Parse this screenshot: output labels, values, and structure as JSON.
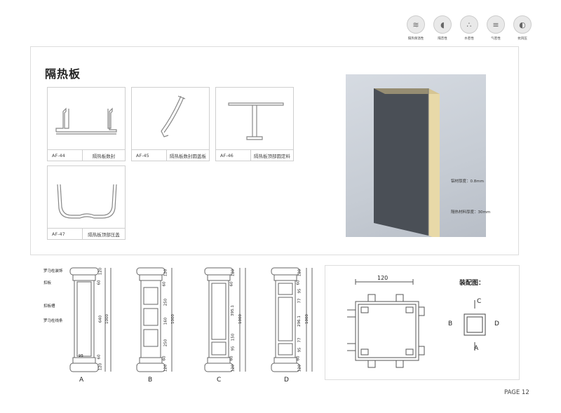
{
  "properties": [
    {
      "icon": "insulation-icon",
      "label": "隔热保温性"
    },
    {
      "icon": "soundproof-icon",
      "label": "隔音性"
    },
    {
      "icon": "waterproof-icon",
      "label": "水密性"
    },
    {
      "icon": "airtight-icon",
      "label": "气密性"
    },
    {
      "icon": "wind-pressure-icon",
      "label": "抗风压"
    }
  ],
  "title": "隔热板",
  "profiles": [
    {
      "code": "AF-44",
      "name": "隔热板数封"
    },
    {
      "code": "AF-45",
      "name": "隔热板数封圆盖板"
    },
    {
      "code": "AF-46",
      "name": "隔热板顶部圆定料"
    },
    {
      "code": "AF-47",
      "name": "隔热板顶部压盖"
    }
  ],
  "photo_annotations": {
    "aluminum": "铝材厚度：0.8mm",
    "insulation": "隔热材料厚度：30mm"
  },
  "column_annotations": [
    "罗马柱装饰",
    "扣板",
    "扣板槽",
    "罗马柱线条"
  ],
  "columns": [
    {
      "label": "A",
      "dims": [
        "120",
        "60",
        "640",
        "95",
        "60",
        "120",
        "1000"
      ]
    },
    {
      "label": "B",
      "dims": [
        "120",
        "60",
        "250",
        "160",
        "250",
        "60",
        "120",
        "1000"
      ]
    },
    {
      "label": "C",
      "dims": [
        "120",
        "60",
        "395.1",
        "150",
        "95",
        "60",
        "120",
        "1000"
      ]
    },
    {
      "label": "D",
      "dims": [
        "120",
        "60",
        "95",
        "77",
        "296.1",
        "77",
        "95",
        "60",
        "120",
        "1000"
      ]
    }
  ],
  "assembly": {
    "width": "120",
    "title": "装配图：",
    "directions": [
      "C",
      "B",
      "D",
      "A"
    ]
  },
  "page_label": "PAGE 12"
}
